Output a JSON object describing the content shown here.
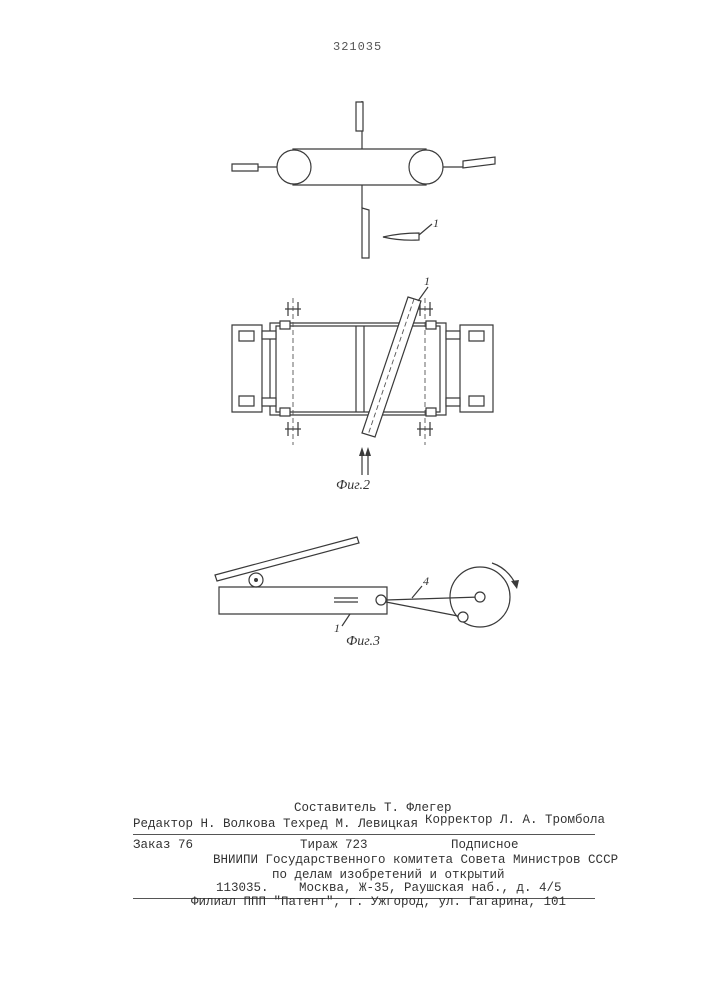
{
  "header": {
    "patent_number": "321035"
  },
  "figures": [
    {
      "caption": "",
      "labels": [
        "1"
      ]
    },
    {
      "caption": "Фиг.2",
      "labels": [
        "1"
      ]
    },
    {
      "caption": "Фиг.3",
      "labels": [
        "1",
        "4"
      ]
    }
  ],
  "footer": {
    "compiler": "Составитель Т. Флегер",
    "editor": "Редактор Н. Волкова",
    "techred": "Техред М. Левицкая",
    "corrector": "Корректор Л. А. Тромбола",
    "order": "Заказ 76",
    "circulation": "Тираж 723",
    "subscription": "Подписное",
    "institute_line1": "ВНИИПИ Государственного комитета Совета Министров СССР",
    "institute_line2": "по делам изобретений и открытий",
    "postal_code": "113035.",
    "address": "Москва, Ж-35, Раушская наб., д. 4/5",
    "branch": "Филиал ППП \"Патент\", г. Ужгород, ул. Гагарина, 101"
  }
}
